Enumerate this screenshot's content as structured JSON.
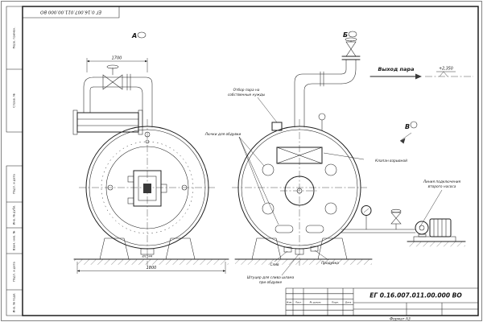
{
  "sheet": {
    "doc_number": "ЕГ 0.16.007.011.00.000  ВО",
    "doc_number_top": "ЕГ 0.16.007.011.00.000 ВО",
    "format_note": "Формат А3",
    "title_header": {
      "izm": "Изм.",
      "list": "Лист",
      "doc": "№ докум.",
      "podp": "Подп.",
      "data": "Дата"
    },
    "side_fields": [
      "Перв. примен.",
      "Справ. №",
      "Подп. и дата",
      "Инв. № дубл.",
      "Взам. инв. №",
      "Подп. и дата",
      "Инв. № подл."
    ]
  },
  "views": {
    "a": "А",
    "b": "Б",
    "v": "В"
  },
  "dims": {
    "pipe_span": "1700",
    "base_width": "1800",
    "shell_note": "Ø1544"
  },
  "callouts": {
    "steam_out": "Выход пара",
    "elevation": "+2,350",
    "steam_tap_1": "Отбор пара на",
    "steam_tap_2": "собственные нужды",
    "soot_hatches": "Лючки для обдувки",
    "explosion_valve": "Клапан взрывной",
    "pump_line_1": "Линия подключения",
    "pump_line_2": "второго насоса",
    "drain": "Слив",
    "blowdown": "Продувка",
    "sludge_1": "Штуцер для слива шлама",
    "sludge_2": "при обдувке"
  }
}
